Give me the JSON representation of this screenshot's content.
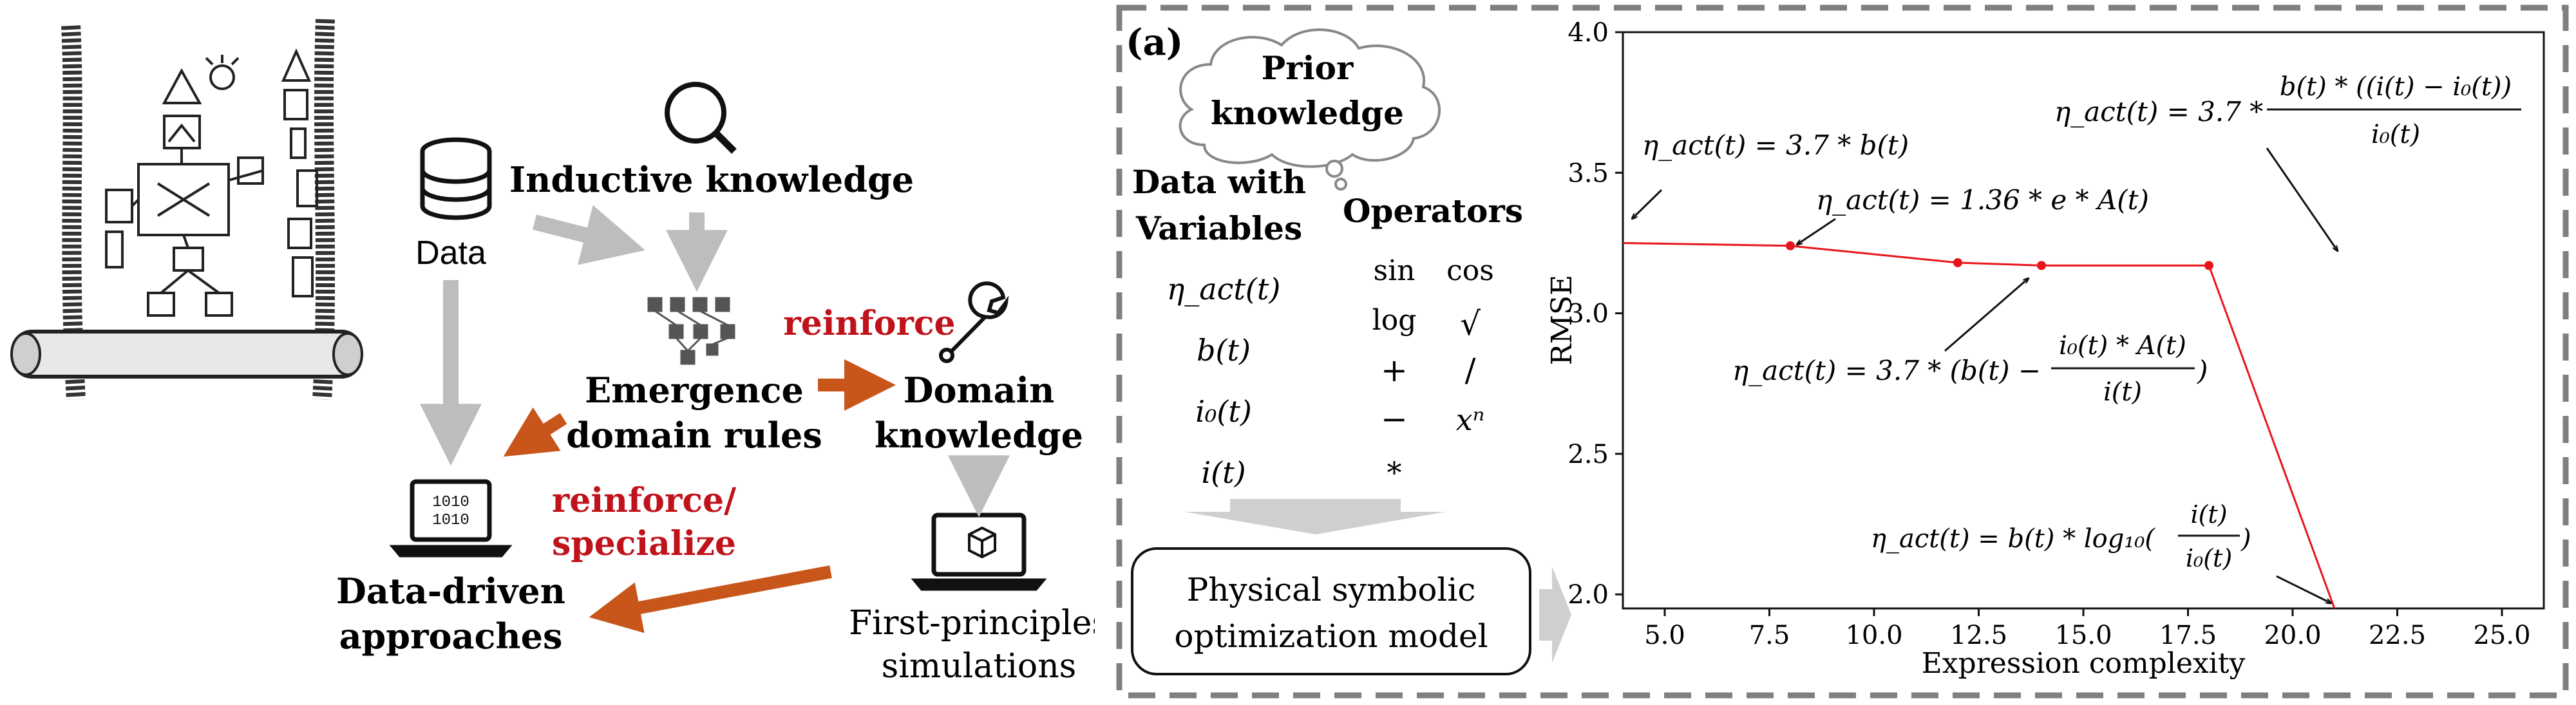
{
  "left": {
    "data_label": "Data",
    "inductive": "Inductive knowledge",
    "emergence": [
      "Emergence",
      "domain rules"
    ],
    "reinforce": "reinforce",
    "domain": [
      "Domain",
      "knowledge"
    ],
    "reinforce_specialize": [
      "reinforce/",
      "specialize"
    ],
    "data_driven": [
      "Data-driven",
      "approaches"
    ],
    "first_principles": [
      "First-principles",
      "simulations"
    ],
    "accent_color": "#c8561b",
    "red_text_color": "#c0121b"
  },
  "panel_a": {
    "tag": "(a)",
    "cloud": [
      "Prior",
      "knowledge"
    ],
    "data_header": [
      "Data with",
      "Variables"
    ],
    "variables": [
      "η_act(t)",
      "b(t)",
      "i₀(t)",
      "i(t)"
    ],
    "operators_header": "Operators",
    "operators": [
      [
        "sin",
        "cos"
      ],
      [
        "log",
        "√"
      ],
      [
        "+",
        "/"
      ],
      [
        "−",
        "xⁿ"
      ],
      [
        "*",
        ""
      ]
    ],
    "model": [
      "Physical symbolic",
      "optimization model"
    ]
  },
  "chart_data": {
    "type": "line",
    "xlabel": "Expression complexity",
    "ylabel": "RMSE",
    "xlim": [
      4,
      26
    ],
    "ylim": [
      1.95,
      4.0
    ],
    "x_ticks": [
      "5.0",
      "7.5",
      "10.0",
      "12.5",
      "15.0",
      "17.5",
      "20.0",
      "22.5",
      "25.0"
    ],
    "y_ticks": [
      "2.0",
      "2.5",
      "3.0",
      "3.5",
      "4.0"
    ],
    "x": [
      4,
      8,
      12,
      14,
      18,
      21
    ],
    "y": [
      3.25,
      3.24,
      3.18,
      3.17,
      3.17,
      1.95
    ],
    "line_color": "#e8141b",
    "annotations": [
      {
        "text": "η_act(t) = 3.7 * b(t)"
      },
      {
        "text": "η_act(t) = 1.36 * e * A(t)"
      },
      {
        "text_left": "η_act(t) = 3.7 * ",
        "numerator": "b(t) * ((i(t) − i₀(t))",
        "denominator": "i₀(t)"
      },
      {
        "text_left": "η_act(t) = 3.7 * (b(t) − ",
        "numerator": "i₀(t) * A(t)",
        "denominator": "i(t)",
        "text_right": ")"
      },
      {
        "text_left": "η_act(t) = b(t) * log₁₀(",
        "numerator": "i(t)",
        "denominator": "i₀(t)",
        "text_right": ")"
      }
    ]
  }
}
